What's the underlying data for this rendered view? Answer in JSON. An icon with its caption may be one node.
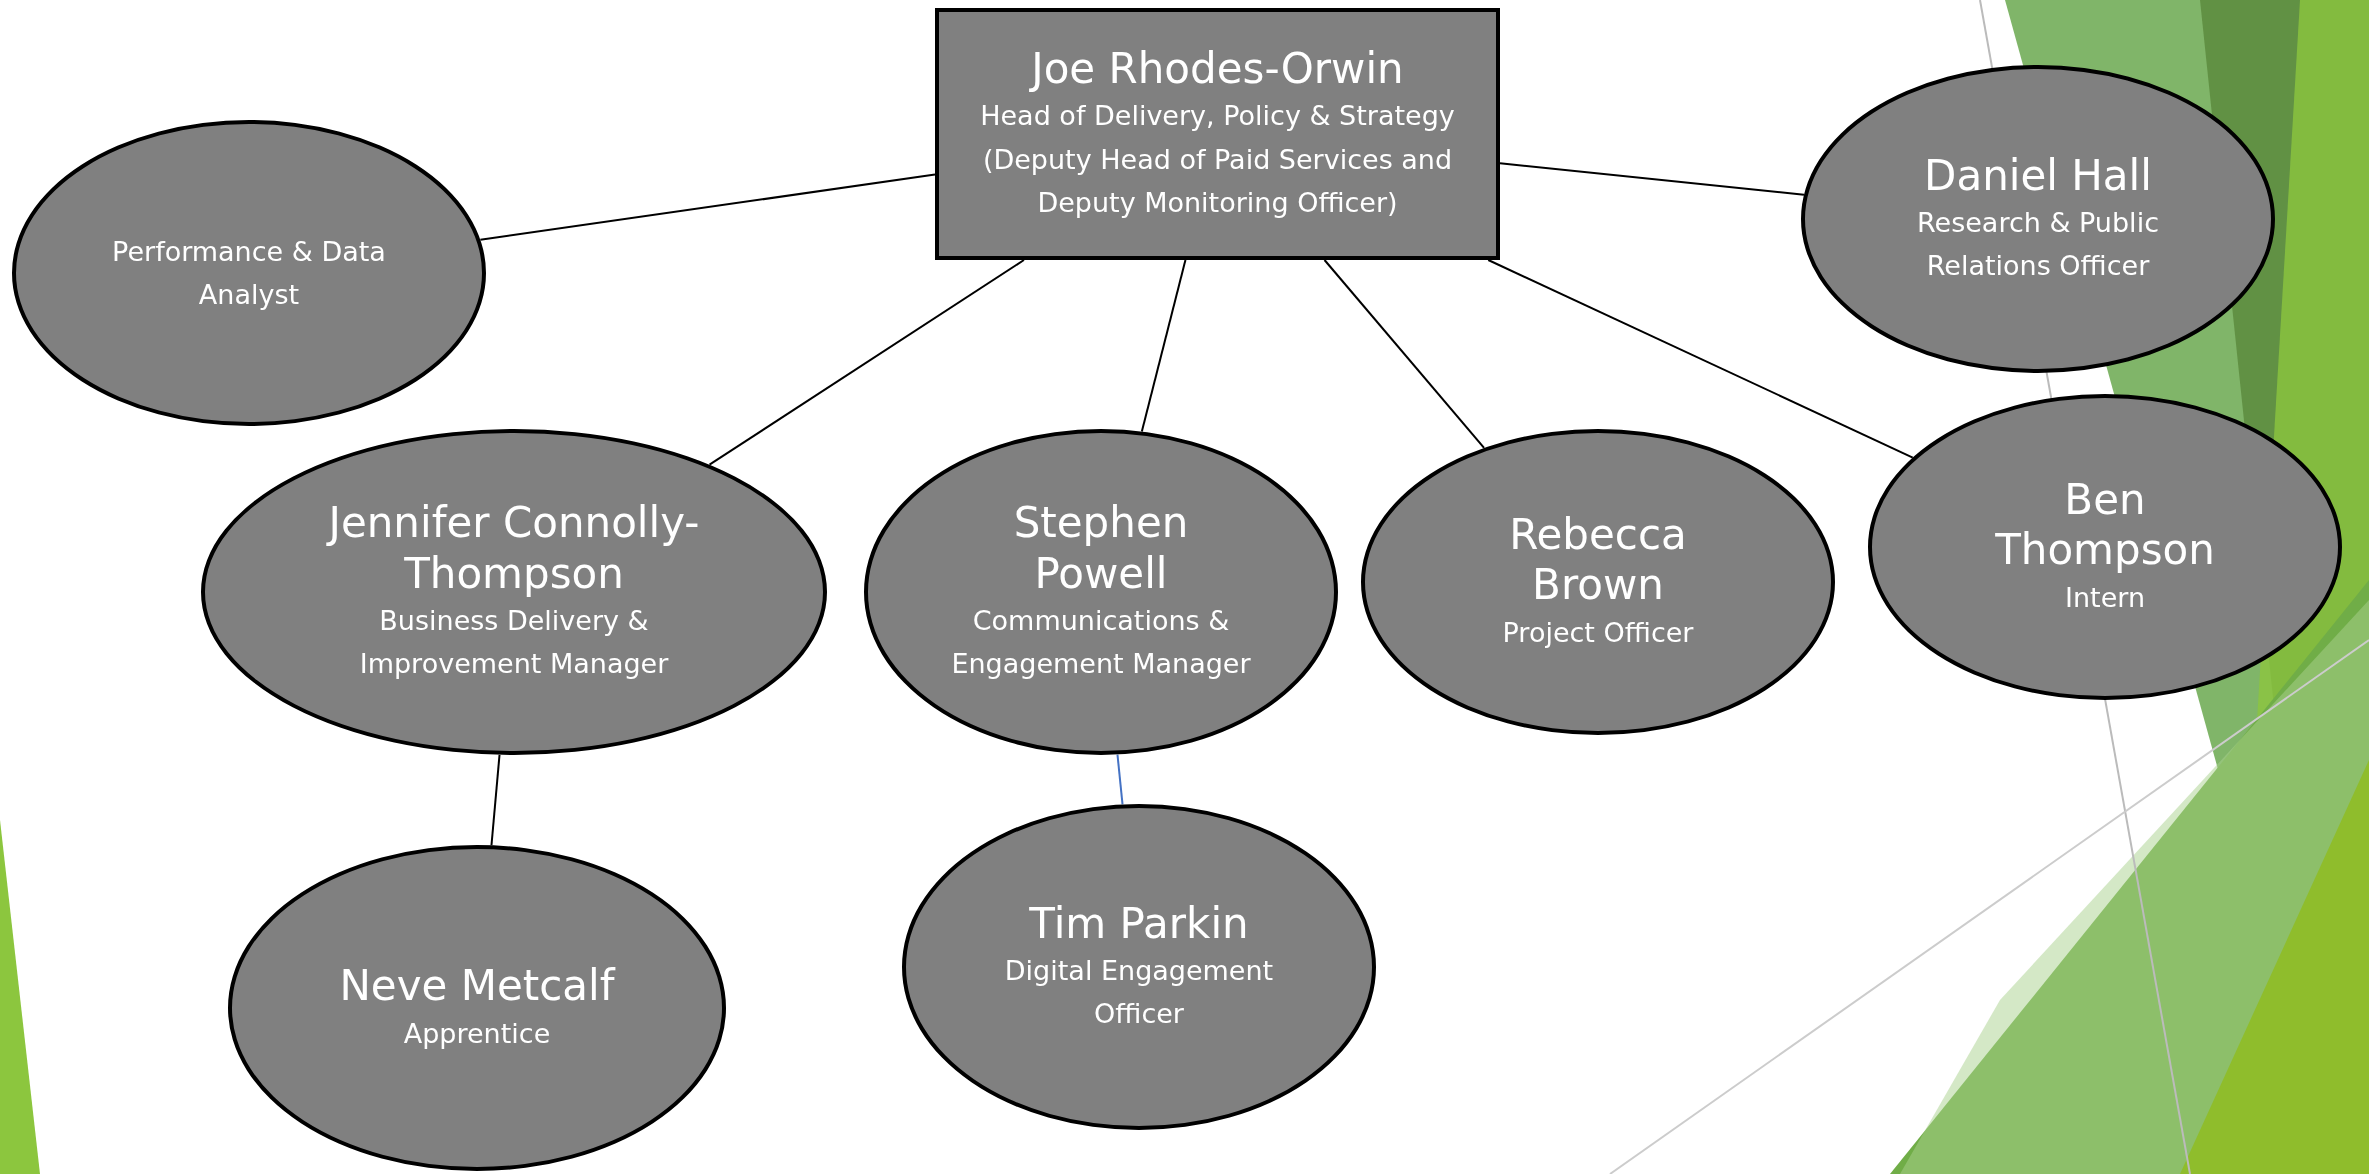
{
  "diagram": {
    "nodes": [
      {
        "text": [
          "Joe Rhodes-Orwin",
          "Head of Delivery, Policy & Strategy (Deputy Head of Paid Services and Deputy Monitoring Officer)"
        ]
      },
      {
        "text": [
          "Performance & Data Analyst"
        ]
      },
      {
        "text": [
          "Daniel Hall",
          "Research & Public Relations Officer"
        ]
      },
      {
        "text": [
          "Jennifer Connolly-Thompson",
          "Business Delivery & Improvement Manager"
        ]
      },
      {
        "text": [
          "Stephen Powell",
          "Communications & Engagement Manager"
        ]
      },
      {
        "text": [
          "Rebecca Brown",
          "Project Officer"
        ]
      },
      {
        "text": [
          "Ben Thompson",
          "Intern"
        ]
      },
      {
        "text": [
          "Neve Metcalf",
          "Apprentice"
        ]
      },
      {
        "text": [
          "Tim Parkin",
          "Digital Engagement Officer"
        ]
      }
    ],
    "edges": [
      {
        "from": 0,
        "to": 1,
        "arrow": "none"
      },
      {
        "from": 0,
        "to": 2,
        "arrow": "none"
      },
      {
        "from": 0,
        "to": 3,
        "arrow": "none"
      },
      {
        "from": 0,
        "to": 4,
        "arrow": "none"
      },
      {
        "from": 0,
        "to": 5,
        "arrow": "none"
      },
      {
        "from": 0,
        "to": 6,
        "arrow": "none"
      },
      {
        "from": 3,
        "to": 7,
        "arrow": "none"
      },
      {
        "from": 4,
        "to": 8,
        "arrow": "none",
        "color": "#4472c4"
      }
    ]
  }
}
